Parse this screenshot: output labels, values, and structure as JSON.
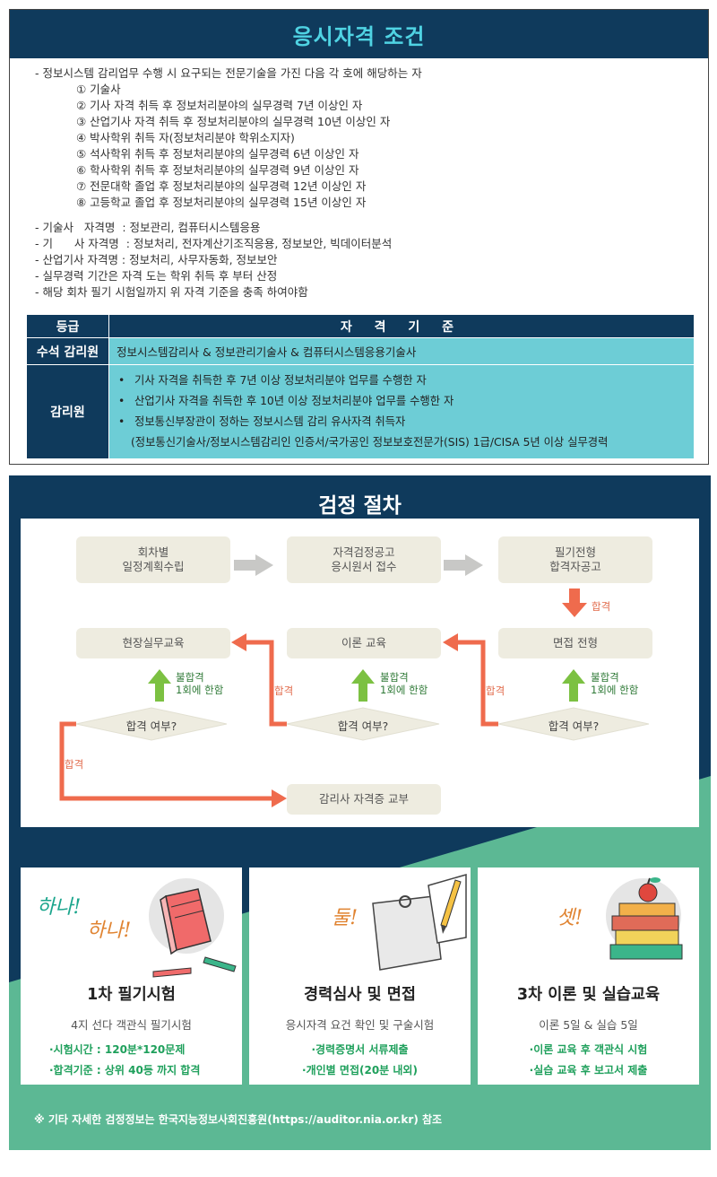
{
  "qualification": {
    "title": "응시자격 조건",
    "intro": "- 정보시스템 감리업무 수행 시 요구되는 전문기술을 가진 다음 각 호에 해당하는 자",
    "items": [
      "① 기술사",
      "② 기사 자격 취득 후 정보처리분야의 실무경력 7년 이상인 자",
      "③ 산업기사 자격 취득 후 정보처리분야의 실무경력 10년 이상인 자",
      "④ 박사학위 취득 자(정보처리분야 학위소지자)",
      "⑤ 석사학위 취득 후 정보처리분야의 실무경력 6년 이상인 자",
      "⑥ 학사학위 취득 후 정보처리분야의 실무경력 9년 이상인 자",
      "⑦ 전문대학 졸업 후 정보처리분야의 실무경력 12년 이상인 자",
      "⑧ 고등학교 졸업 후 정보처리분야의 실무경력 15년 이상인 자"
    ],
    "notes": [
      "- 기술사   자격명  : 정보관리, 컴퓨터시스템응용",
      "- 기      사 자격명  : 정보처리, 전자계산기조직응용, 정보보안, 빅데이터분석",
      "- 산업기사 자격명 : 정보처리, 사무자동화, 정보보안",
      "- 실무경력 기간은 자격 도는 학위 취득 후 부터 산정",
      "- 해당 회차 필기 시험일까지 위 자격 기준을 충족 하여야함"
    ],
    "table": {
      "col_grade": "등급",
      "col_criteria": "자 격 기 준",
      "rows": [
        {
          "grade": "수석 감리원",
          "criteria": [
            "정보시스템감리사 & 정보관리기술사 & 컴퓨터시스템응용기술사"
          ]
        },
        {
          "grade": "감리원",
          "criteria": [
            "기사 자격을 취득한 후 7년 이상 정보처리분야 업무를 수행한 자",
            "산업기사 자격을 취득한 후 10년 이상 정보처리분야 업무를 수행한 자",
            "정보통신부장관이 정하는 정보시스템 감리 유사자격 취득자"
          ],
          "sub": "(정보통신기술사/정보시스템감리인 인증서/국가공인 정보보호전문가(SIS) 1급/CISA  5년 이상 실무경력"
        }
      ]
    }
  },
  "procedure": {
    "title": "검정 절차",
    "boxes": {
      "b1": [
        "회차별",
        "일정계획수립"
      ],
      "b2": [
        "자격검정공고",
        "응시원서 접수"
      ],
      "b3": [
        "필기전형",
        "합격자공고"
      ],
      "b4": "현장실무교육",
      "b5": "이론 교육",
      "b6": "면접 전형",
      "b7": "감리사 자격증 교부"
    },
    "decision": "합격 여부?",
    "pass": "합격",
    "fail_line1": "불합격",
    "fail_line2": "1회에 한함"
  },
  "cards": [
    {
      "hand": "하나!",
      "hand_teal": "하나!",
      "title": "1차 필기시험",
      "sub": "4지 선다 객관식 필기시험",
      "points": [
        "·시험시간 : 120분*120문제",
        "·합격기준 : 상위 40등 까지 합격"
      ],
      "icon": "book-pencil-icon"
    },
    {
      "hand": "둘!",
      "title": "경력심사 및 면접",
      "sub": "응시자격 요건 확인 및 구술시험",
      "points": [
        "·경력증명서 서류제출",
        "·개인별 면접(20분 내외)"
      ],
      "icon": "note-pencil-icon"
    },
    {
      "hand": "셋!",
      "title": "3차 이론 및 실습교육",
      "sub": "이론 5일 & 실습 5일",
      "points": [
        "·이론 교육 후 객관식 시험",
        "·실습 교육 후 보고서 제출"
      ],
      "icon": "books-apple-icon"
    }
  ],
  "footnote": "※ 기타 자세한 검정정보는 한국지능정보사회진흥원(https://auditor.nia.or.kr) 참조",
  "colors": {
    "navy": "#0f3a5c",
    "teal": "#6dcdd6",
    "green_band": "#5cb894",
    "arrow_red": "#ef6b4d",
    "arrow_green": "#7cc142",
    "card_point_green": "#1fa05c"
  }
}
